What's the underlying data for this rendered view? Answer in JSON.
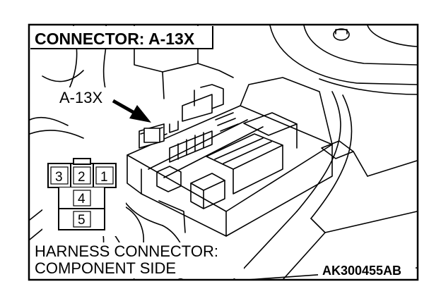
{
  "title": "CONNECTOR: A-13X",
  "callout_label": "A-13X",
  "connector_view": {
    "caption_line1": "HARNESS CONNECTOR:",
    "caption_line2": "COMPONENT SIDE",
    "pins": [
      "3",
      "2",
      "1",
      "4",
      "5"
    ]
  },
  "figure_code": "AK300455AB",
  "colors": {
    "line": "#000000",
    "background": "#ffffff"
  }
}
